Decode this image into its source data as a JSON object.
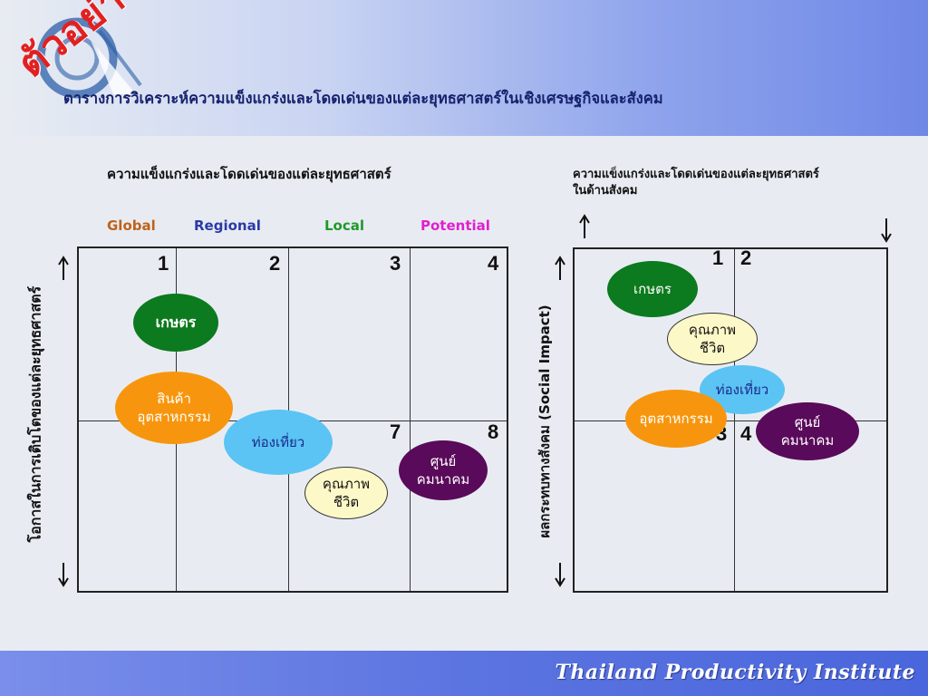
{
  "title": "ตารางการวิเคราะห์ความแข็งแกร่งและโดดเด่นของแต่ละยุทธศาสตร์ในเชิงเศรษฐกิจและสังคม",
  "stamp": "ตัวอย่าง",
  "footer": "Thailand Productivity Institute",
  "left_chart": {
    "heading": "ความแข็งแกร่งและโดดเด่นของแต่ละยุทธศาสตร์",
    "y_axis_label": "โอกาสในการเติบโตของแต่ละยุทธศาสตร์",
    "legend": [
      {
        "label": "Global",
        "color": "#c0621a"
      },
      {
        "label": "Regional",
        "color": "#2a3aa8"
      },
      {
        "label": "Local",
        "color": "#1e9a2a"
      },
      {
        "label": "Potential",
        "color": "#e020d0"
      }
    ],
    "top_numbers": [
      "1",
      "2",
      "3",
      "4"
    ],
    "bottom_numbers": [
      "7",
      "8"
    ],
    "items": [
      {
        "label": "เกษตร",
        "fill": "#0c7a1e",
        "text_color": "#ffffff"
      },
      {
        "label": "สินค้า\nอุตสาหกรรม",
        "fill": "#f7960e",
        "text_color": "#ffffff"
      },
      {
        "label": "ท่องเที่ยว",
        "fill": "#5bc4f4",
        "text_color": "#1a2a8a"
      },
      {
        "label": "คุณภาพ\nชีวิต",
        "fill": "#fdf8c8",
        "text_color": "#111111"
      },
      {
        "label": "ศูนย์\nคมนาคม",
        "fill": "#5a0a5a",
        "text_color": "#ffffff"
      }
    ]
  },
  "right_chart": {
    "heading": "ความแข็งแกร่งและโดดเด่นของแต่ละยุทธศาสตร์\nในด้านสังคม",
    "y_axis_label": "ผลกระทบทางสังคม (Social Impact)",
    "top_numbers": [
      "1",
      "2"
    ],
    "bottom_numbers": [
      "3",
      "4"
    ],
    "items": [
      {
        "label": "เกษตร",
        "fill": "#0c7a1e",
        "text_color": "#ffffff"
      },
      {
        "label": "คุณภาพ\nชีวิต",
        "fill": "#fdf8c8",
        "text_color": "#111111"
      },
      {
        "label": "ท่องเที่ยว",
        "fill": "#5bc4f4",
        "text_color": "#1a2a8a"
      },
      {
        "label": "อุตสาหกรรม",
        "fill": "#f7960e",
        "text_color": "#ffffff"
      },
      {
        "label": "ศูนย์\nคมนาคม",
        "fill": "#5a0a5a",
        "text_color": "#ffffff"
      }
    ]
  }
}
